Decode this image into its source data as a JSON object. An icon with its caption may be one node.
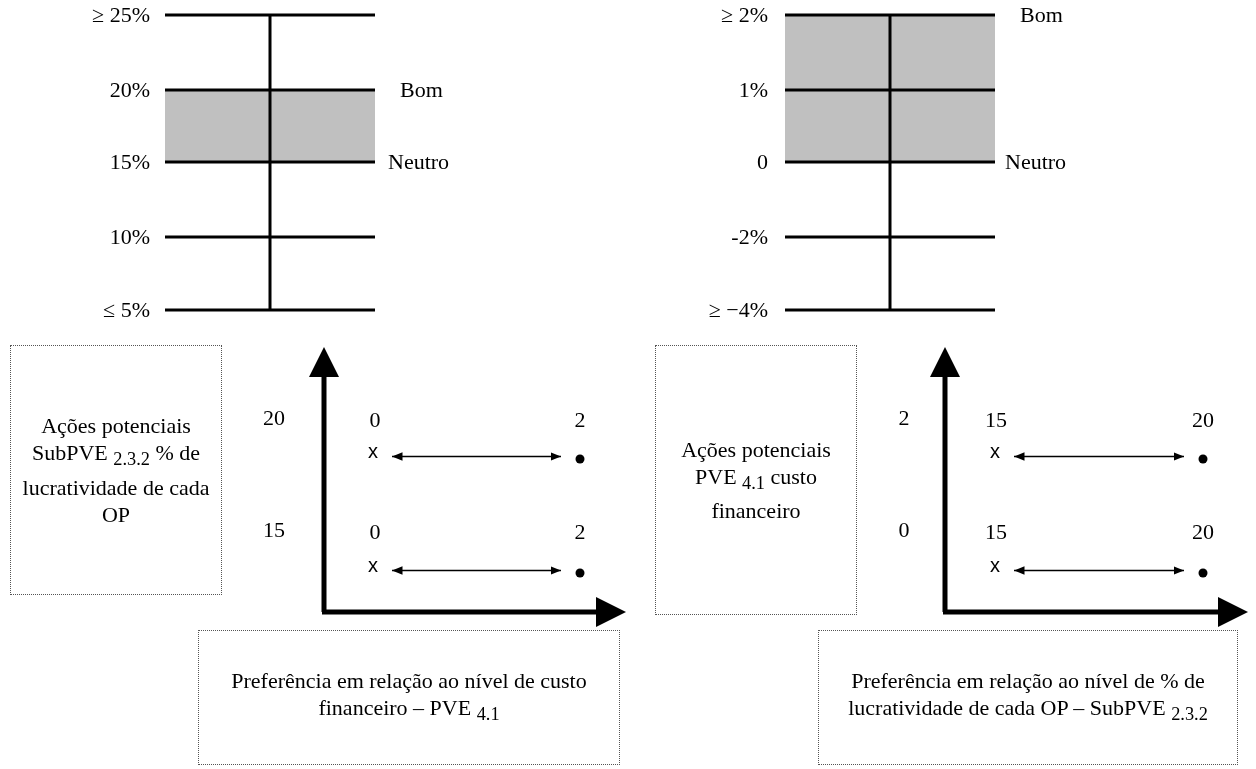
{
  "diagram": {
    "nodes": [
      {
        "text": [
          "Ações potenciais SubPVE $_{2.3.2}$ % de lucratividade de cada OP"
        ]
      },
      {
        "text": [
          "Preferência em relação ao nível de custo financeiro – PVE $_{4.1}$"
        ]
      },
      {
        "text": [
          "x"
        ]
      },
      {
        "text": [],
        "shape": "circle"
      },
      {
        "text": [
          "x"
        ]
      },
      {
        "text": [],
        "shape": "circle"
      },
      {
        "text": [
          "Ações potenciais PVE $_{4.1}$ custo financeiro"
        ]
      },
      {
        "text": [
          "Preferência em relação ao nível de % de lucratividade de cada OP – SubPVE $_{2.3.2}$"
        ]
      },
      {
        "text": [
          "x"
        ]
      },
      {
        "text": [],
        "shape": "circle"
      },
      {
        "text": [
          "x"
        ]
      },
      {
        "text": [],
        "shape": "circle"
      }
    ],
    "edges": [
      {
        "from": 2,
        "to": 3,
        "arrow": "both"
      },
      {
        "from": 4,
        "to": 5,
        "arrow": "both"
      },
      {
        "from": 8,
        "to": 9,
        "arrow": "both"
      },
      {
        "from": 10,
        "to": 11,
        "arrow": "both"
      }
    ],
    "labels": [
      "≥ 25%",
      "20%",
      "Bom",
      "15%",
      "Neutro",
      "10%",
      "≤ 5%",
      "≥ 2%",
      "Bom",
      "1%",
      "0",
      "Neutro",
      "-2%",
      "≥ −4%",
      "20",
      "0",
      "2",
      "15",
      "0",
      "2",
      "2",
      "15",
      "20",
      "0",
      "15",
      "20"
    ]
  }
}
